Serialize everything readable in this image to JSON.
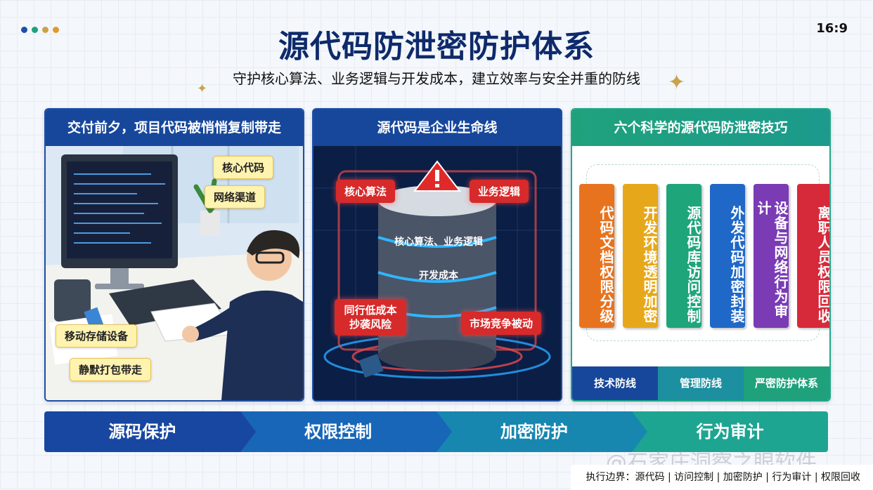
{
  "header": {
    "title": "源代码防泄密防护体系",
    "subtitle": "守护核心算法、业务逻辑与开发成本，建立效率与安全并重的防线",
    "ratio": "16:9",
    "dot_colors": [
      "#1d4fa8",
      "#1fa27c",
      "#c9a24a",
      "#e09a2a"
    ]
  },
  "panel1": {
    "title": "交付前夕，项目代码被悄悄复制带走",
    "tags": [
      "核心代码",
      "网络渠道",
      "移动存储设备",
      "静默打包带走"
    ]
  },
  "panel2": {
    "title": "源代码是企业生命线",
    "tags": [
      "核心算法",
      "业务逻辑",
      "核心算法、业务逻辑",
      "开发成本",
      "同行低成本抄袭风险",
      "市场竞争被动"
    ]
  },
  "panel3": {
    "title": "六个科学的源代码防泄密技巧",
    "cards": [
      {
        "label": "代码文档权限分级",
        "color": "#e8731f"
      },
      {
        "label": "开发环境透明加密",
        "color": "#e6a81a"
      },
      {
        "label": "源代码库访问控制",
        "color": "#1ea57a"
      },
      {
        "label": "外发代码加密封装",
        "color": "#1f68c7"
      },
      {
        "label": "设备与网络行为审计",
        "color": "#7a3bb5"
      },
      {
        "label": "离职人员权限回收",
        "color": "#d6293a"
      }
    ],
    "defense": [
      {
        "label": "技术防线",
        "color": "#17479b"
      },
      {
        "label": "管理防线",
        "color": "#1c8fa0"
      },
      {
        "label": "严密防护体系",
        "color": "#1fa27c"
      }
    ]
  },
  "steps": [
    {
      "label": "源码保护",
      "color": "#1747a0"
    },
    {
      "label": "权限控制",
      "color": "#1766b8"
    },
    {
      "label": "加密防护",
      "color": "#1787b0"
    },
    {
      "label": "行为审计",
      "color": "#1ea592"
    }
  ],
  "footer": {
    "text": "执行边界：源代码 | 访问控制 | 加密防护 | 行为审计 | 权限回收",
    "watermark": "@石家庄洞察之眼软件"
  }
}
